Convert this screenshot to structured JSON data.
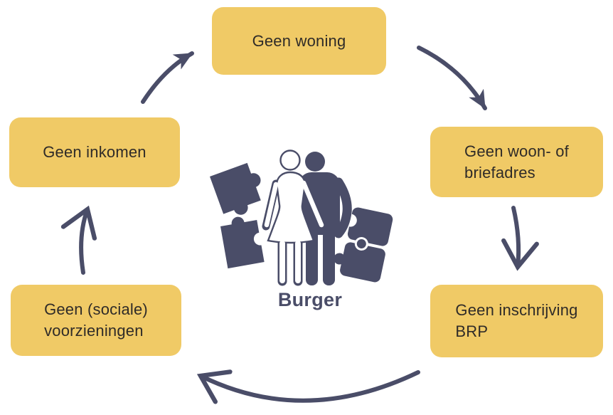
{
  "colors": {
    "box_fill": "#F0CA66",
    "accent": "#4A4D68",
    "box_text": "#2F2B28",
    "background": "#FFFFFF"
  },
  "center": {
    "label": "Burger",
    "icons": [
      "couple-icon",
      "puzzle-piece-icon",
      "puzzle-piece-icon",
      "interlocked-puzzle-icon"
    ]
  },
  "boxes": {
    "top": {
      "text": "Geen woning"
    },
    "right_top": {
      "text": "Geen woon- of\nbriefadres"
    },
    "right_bottom": {
      "text": "Geen inschrijving\nBRP"
    },
    "left_bottom": {
      "text": "Geen (sociale)\nvoorzieningen"
    },
    "left_top": {
      "text": "Geen inkomen"
    }
  },
  "arrows": [
    {
      "from": "left_top",
      "to": "top"
    },
    {
      "from": "top",
      "to": "right_top"
    },
    {
      "from": "right_top",
      "to": "right_bottom"
    },
    {
      "from": "right_bottom",
      "to": "left_bottom"
    },
    {
      "from": "left_bottom",
      "to": "left_top"
    }
  ]
}
